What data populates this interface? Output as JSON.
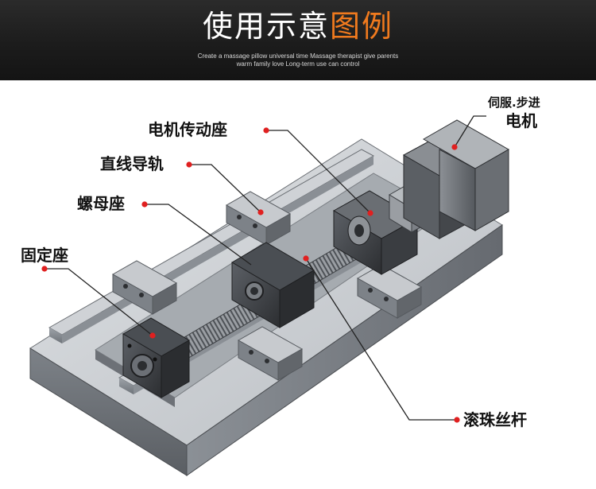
{
  "header": {
    "title_main": "使用示意",
    "title_accent": "图例",
    "subtitle_line1": "Create a massage pillow universal time Massage therapist give parents",
    "subtitle_line2": "warm family love Long-term use can control"
  },
  "labels": {
    "servo_motor_line1": "伺服.步进",
    "servo_motor_line2": "电机",
    "motor_mount": "电机传动座",
    "linear_guide": "直线导轨",
    "nut_seat": "螺母座",
    "fixed_seat": "固定座",
    "ball_screw": "滚珠丝杆"
  },
  "colors": {
    "accent": "#f07a1e",
    "callout_dot": "#e02020",
    "banner_bg": "#1c1c1c"
  }
}
